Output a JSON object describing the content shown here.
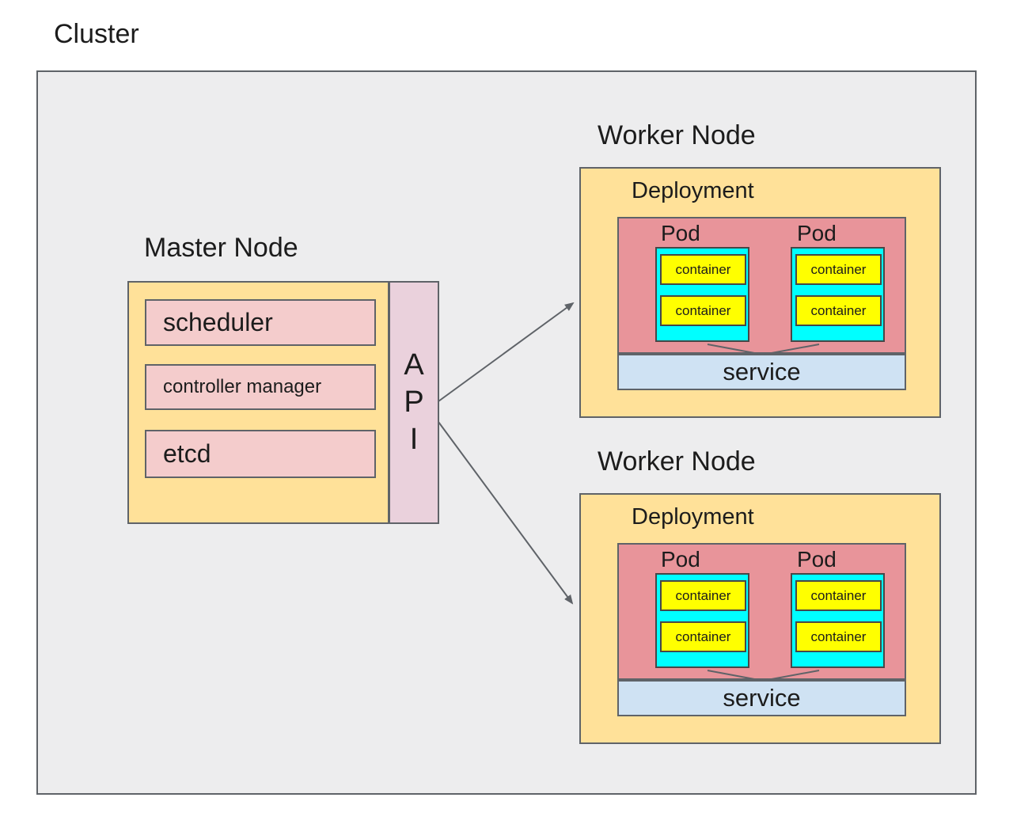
{
  "diagram_title": "Cluster",
  "master": {
    "title": "Master Node",
    "components": [
      "scheduler",
      "controller manager",
      "etcd"
    ],
    "api_letters": [
      "A",
      "P",
      "I"
    ]
  },
  "workers": [
    {
      "title": "Worker Node",
      "deployment_label": "Deployment",
      "pods": [
        {
          "label": "Pod",
          "containers": [
            "container",
            "container"
          ]
        },
        {
          "label": "Pod",
          "containers": [
            "container",
            "container"
          ]
        }
      ],
      "service_label": "service"
    },
    {
      "title": "Worker Node",
      "deployment_label": "Deployment",
      "pods": [
        {
          "label": "Pod",
          "containers": [
            "container",
            "container"
          ]
        },
        {
          "label": "Pod",
          "containers": [
            "container",
            "container"
          ]
        }
      ],
      "service_label": "service"
    }
  ],
  "colors": {
    "cluster_bg": "#ededee",
    "node_fill": "#ffe199",
    "master_component_fill": "#f4cccc",
    "api_fill": "#ead1dc",
    "pod_group_fill": "#e8949a",
    "pod_fill": "#00ffff",
    "container_fill": "#ffff00",
    "service_fill": "#cfe2f3",
    "border": "#5f6368",
    "arrow": "#5f6368"
  }
}
